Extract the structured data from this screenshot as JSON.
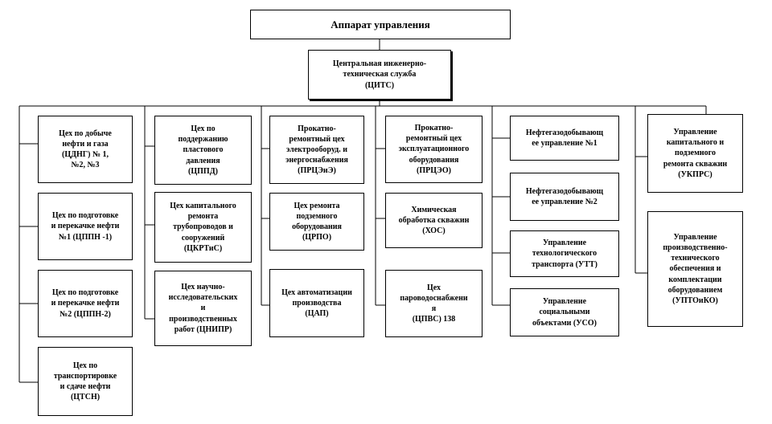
{
  "top": {
    "label": "Аппарат управления"
  },
  "center": {
    "label": "Центральная инженерно-\nтехническая  служба\n(ЦИТС)"
  },
  "columns": [
    {
      "items": [
        "Цех  по добыче\nнефти и газа\n(ЦДНГ) № 1,\n№2, №3",
        "Цех по подготовке\nи перекачке нефти\n№1 (ЦППН -1)",
        "Цех по подготовке\nи перекачке нефти\n№2 (ЦППН-2)",
        "Цех  по\nтранспортировке\nи сдаче нефти\n(ЦТСН)"
      ]
    },
    {
      "items": [
        "Цех  по\nподдержанию\nпластового\nдавления\n(ЦППД)",
        "Цех капитального\nремонта\nтрубопроводов и\nсооружений\n(ЦКРТиС)",
        "Цех  научно-\nисследовательских\nи\nпроизводственных\nработ (ЦНИПР)"
      ]
    },
    {
      "items": [
        "Прокатно-\nремонтный цех\nэлектрооборуд. и\nэнергоснабжения\n(ПРЦЭиЭ)",
        "Цех ремонта\nподземного\nоборудования\n(ЦРПО)",
        "Цех автоматизации\nпроизводства\n(ЦАП)"
      ]
    },
    {
      "items": [
        "Прокатно-\nремонтный цех\nэксплуатационного\nоборудования\n(ПРЦЭО)",
        "Химическая\nобработка скважин\n(ХОС)",
        "Цех\nпароводоснабжени\nя\n(ЦПВС) 138"
      ]
    },
    {
      "items": [
        "Нефтегазодобывающ\nее управление №1",
        "Нефтегазодобывающ\nее управление №2",
        "Управление\nтехнологического\nтранспорта (УТТ)",
        "Управление\nсоциальными\nобъектами  (УСО)"
      ]
    },
    {
      "items": [
        "Управление\nкапитального и\nподземного\nремонта скважин\n(УКПРС)",
        "Управление\nпроизводственно-\nтехнического\nобеспечения  и\nкомплектации\nоборудованием\n(УПТОиКО)"
      ]
    }
  ]
}
